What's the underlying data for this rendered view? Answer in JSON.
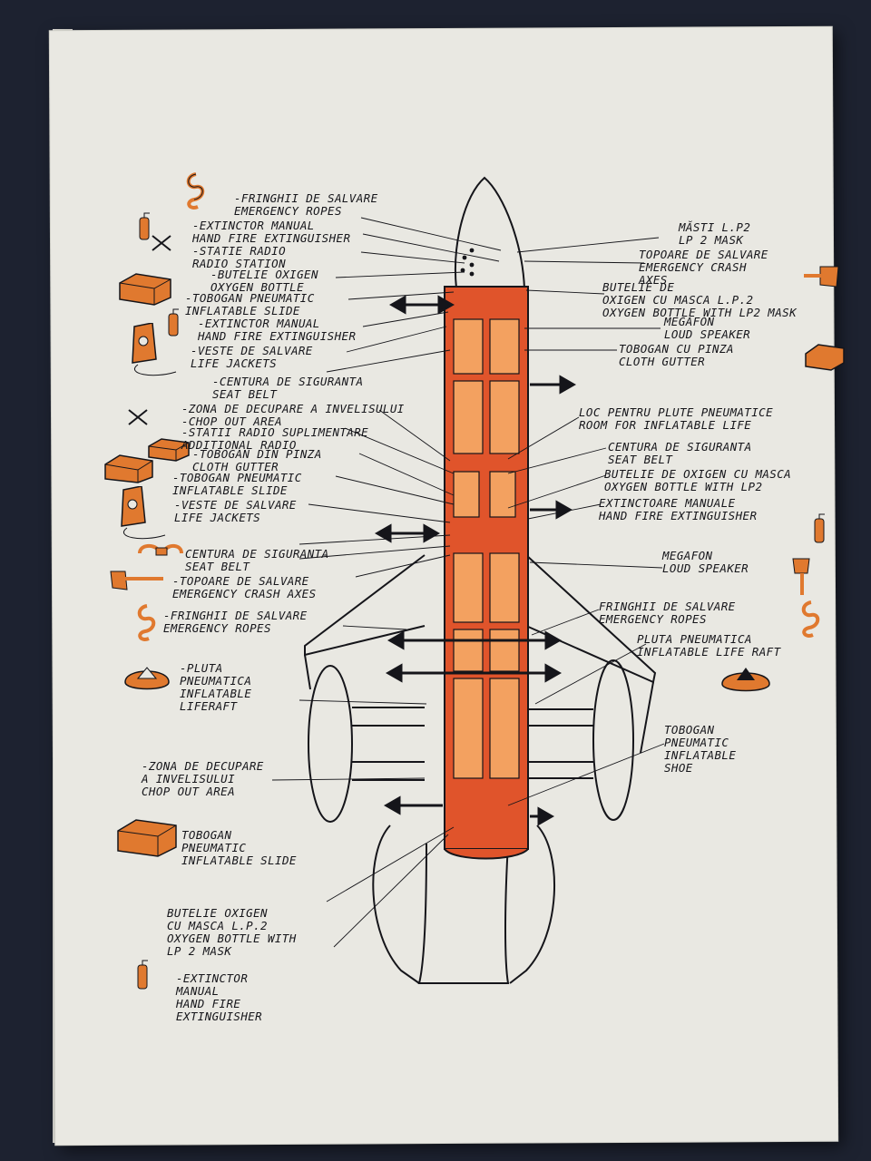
{
  "colors": {
    "paper": "#e9e8e2",
    "ink": "#15151a",
    "fuselage_fill": "#e0542b",
    "seat_fill": "#f3a160",
    "icon_orange": "#e0792f",
    "background": "#1d2230"
  },
  "left_labels": [
    {
      "id": "l1",
      "ro": "-FRINGHII DE SALVARE",
      "en": "EMERGENCY ROPES"
    },
    {
      "id": "l2",
      "ro": "-EXTINCTOR MANUAL",
      "en": "HAND FIRE EXTINGUISHER"
    },
    {
      "id": "l3",
      "ro": "-STATIE RADIO",
      "en": "RADIO STATION"
    },
    {
      "id": "l4",
      "ro": "-BUTELIE OXIGEN",
      "en": "OXYGEN BOTTLE"
    },
    {
      "id": "l5",
      "ro": "-TOBOGAN PNEUMATIC",
      "en": "INFLATABLE SLIDE"
    },
    {
      "id": "l6",
      "ro": "-EXTINCTOR MANUAL",
      "en": "HAND FIRE EXTINGUISHER"
    },
    {
      "id": "l7",
      "ro": "-VESTE DE SALVARE",
      "en": "LIFE JACKETS"
    },
    {
      "id": "l8",
      "ro": "-CENTURA DE SIGURANTA",
      "en": "SEAT BELT"
    },
    {
      "id": "l9",
      "ro": "-ZONA DE DECUPARE A INVELISULUI",
      "en": "-CHOP OUT AREA"
    },
    {
      "id": "l10",
      "ro": "-STATII RADIO SUPLIMENTARE",
      "en": "ADDITIONAL RADIO"
    },
    {
      "id": "l11",
      "ro": "-TOBOGAN DIN PINZA",
      "en": "CLOTH GUTTER"
    },
    {
      "id": "l12",
      "ro": "-TOBOGAN PNEUMATIC",
      "en": "INFLATABLE SLIDE"
    },
    {
      "id": "l13",
      "ro": "-VESTE DE SALVARE",
      "en": "LIFE JACKETS"
    },
    {
      "id": "l14",
      "ro": "CENTURA DE SIGURANTA",
      "en": "SEAT BELT"
    },
    {
      "id": "l15",
      "ro": "-TOPOARE DE SALVARE",
      "en": "EMERGENCY CRASH AXES"
    },
    {
      "id": "l16",
      "ro": "-FRINGHII DE SALVARE",
      "en": "EMERGENCY ROPES"
    },
    {
      "id": "l17",
      "ro": "-PLUTA\nPNEUMATICA",
      "en": "INFLATABLE\nLIFERAFT"
    },
    {
      "id": "l18",
      "ro": "-ZONA DE DECUPARE\nA INVELISULUI",
      "en": "CHOP OUT AREA"
    },
    {
      "id": "l19",
      "ro": "TOBOGAN\nPNEUMATIC",
      "en": "INFLATABLE SLIDE"
    },
    {
      "id": "l20",
      "ro": "BUTELIE OXIGEN\nCU MASCA L.P.2",
      "en": "OXYGEN BOTTLE WITH\nLP 2 MASK"
    },
    {
      "id": "l21",
      "ro": "-EXTINCTOR\nMANUAL",
      "en": "HAND FIRE\nEXTINGUISHER"
    }
  ],
  "right_labels": [
    {
      "id": "r1",
      "ro": "MĂSTI L.P2",
      "en": "LP 2 MASK"
    },
    {
      "id": "r2",
      "ro": "TOPOARE DE SALVARE",
      "en": "EMERGENCY CRASH\nAXES"
    },
    {
      "id": "r3",
      "ro": "BUTELIE DE\nOXIGEN CU MASCA L.P.2",
      "en": "OXYGEN BOTTLE WITH LP2 MASK"
    },
    {
      "id": "r4",
      "ro": "MEGAFON",
      "en": "LOUD SPEAKER"
    },
    {
      "id": "r5",
      "ro": "TOBOGAN CU PINZA",
      "en": "CLOTH GUTTER"
    },
    {
      "id": "r6",
      "ro": "LOC PENTRU PLUTE PNEUMATICE",
      "en": "ROOM FOR INFLATABLE LIFE"
    },
    {
      "id": "r7",
      "ro": "CENTURA DE SIGURANTA",
      "en": "SEAT BELT"
    },
    {
      "id": "r8",
      "ro": "BUTELIE DE OXIGEN CU MASCA",
      "en": "OXYGEN BOTTLE WITH LP2"
    },
    {
      "id": "r9",
      "ro": "EXTINCTOARE MANUALE",
      "en": "HAND FIRE EXTINGUISHER"
    },
    {
      "id": "r10",
      "ro": "MEGAFON",
      "en": "LOUD SPEAKER"
    },
    {
      "id": "r11",
      "ro": "FRINGHII DE SALVARE",
      "en": "EMERGENCY ROPES"
    },
    {
      "id": "r12",
      "ro": "PLUTA PNEUMATICA",
      "en": "INFLATABLE LIFE RAFT"
    },
    {
      "id": "r13",
      "ro": "TOBOGAN\nPNEUMATIC",
      "en": "INFLATABLE\nSHOE"
    }
  ]
}
